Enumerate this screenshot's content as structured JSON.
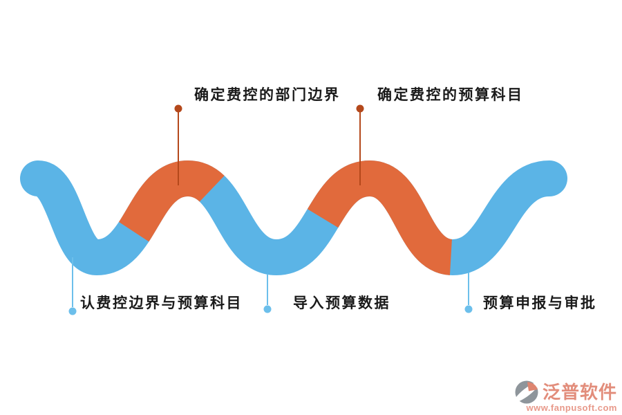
{
  "colors": {
    "background": "#ffffff",
    "ribbon_blue": "#5BB4E6",
    "ribbon_orange": "#E16A3C",
    "connector_top": "#B4481B",
    "connector_bottom": "#6CBFEB",
    "label_text": "#1A1A1A",
    "logo_salmon": "#E28D7B",
    "logo_gray": "#8E959B"
  },
  "diagram": {
    "type": "serpentine-process-flow",
    "steps": [
      {
        "label": "认费控边界与预算科目",
        "position": "bottom",
        "connector_color": "blue"
      },
      {
        "label": "确定费控的部门边界",
        "position": "top",
        "connector_color": "orange"
      },
      {
        "label": "导入预算数据",
        "position": "bottom",
        "connector_color": "blue"
      },
      {
        "label": "确定费控的预算科目",
        "position": "top",
        "connector_color": "orange"
      },
      {
        "label": "预算申报与审批",
        "position": "bottom",
        "connector_color": "blue"
      }
    ]
  },
  "watermark": {
    "name": "泛普软件",
    "url": "www.fanpusoft.com"
  }
}
